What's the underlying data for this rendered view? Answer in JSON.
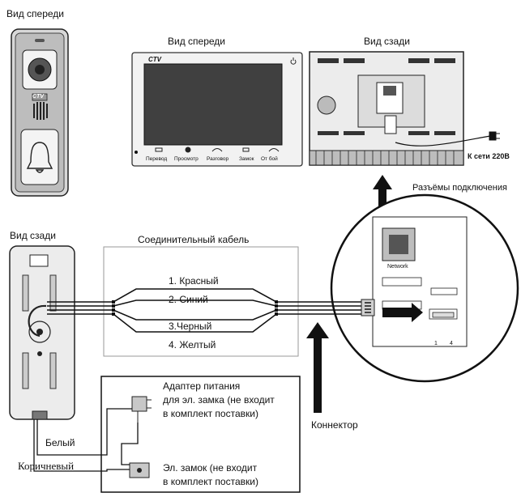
{
  "labels": {
    "front_view_panel": "Вид спереди",
    "front_view_monitor": "Вид спереди",
    "rear_view_monitor": "Вид сзади",
    "rear_view_panel": "Вид сзади",
    "mains": "К сети 220В",
    "connectors": "Разъёмы подключения",
    "cable_title": "Соединительный кабель",
    "connector": "Коннектор",
    "white": "Белый",
    "brown": "Коричневый",
    "adapter": [
      "Адаптер питания",
      "для эл. замка (не входит",
      "в комплект поставки)"
    ],
    "lock": [
      "Эл. замок (не входит",
      "в комплект поставки)"
    ],
    "network": "Network",
    "pins": [
      "1",
      "4"
    ]
  },
  "wires": [
    {
      "label": "1. Красный",
      "color": "#c62828"
    },
    {
      "label": "2. Синий",
      "color": "#1e50b4"
    },
    {
      "label": "3.Черный",
      "color": "#111111"
    },
    {
      "label": "4. Желтый",
      "color": "#e0b000"
    }
  ],
  "monitor": {
    "brand": "CTV",
    "buttons": [
      "Перевод",
      "Просмотр",
      "Разговор",
      "Замок",
      "От бой"
    ]
  },
  "panel": {
    "brand": "CTV"
  }
}
